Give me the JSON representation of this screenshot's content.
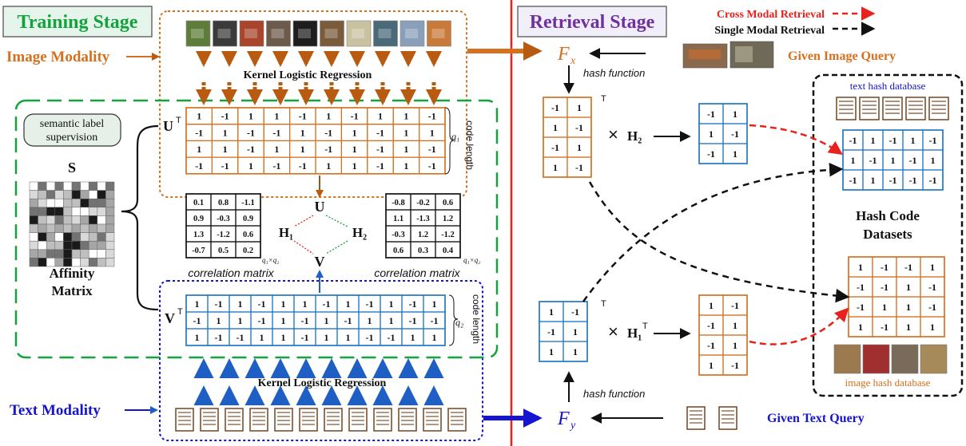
{
  "training": {
    "title": "Training Stage",
    "image_modality": "Image Modality",
    "text_modality": "Text Modality",
    "klr_label": "Kernel Logistic Regression",
    "semantic_label": [
      "semantic label",
      "supervision"
    ],
    "affinity_symbol": "S",
    "affinity_label": [
      "Affinity",
      "Matrix"
    ],
    "u_symbol": "U",
    "v_symbol": "V",
    "transpose": "T",
    "q1": "q₁",
    "q2": "q₂",
    "code_length": "code length",
    "u_matrix": [
      [
        1,
        -1,
        1,
        1,
        -1,
        1,
        -1,
        1,
        1,
        -1
      ],
      [
        -1,
        1,
        -1,
        -1,
        1,
        -1,
        1,
        -1,
        1,
        1
      ],
      [
        1,
        1,
        -1,
        1,
        1,
        -1,
        1,
        -1,
        1,
        -1
      ],
      [
        -1,
        -1,
        1,
        -1,
        -1,
        1,
        1,
        -1,
        1,
        -1
      ]
    ],
    "v_matrix": [
      [
        1,
        -1,
        1,
        -1,
        1,
        1,
        -1,
        1,
        -1,
        1,
        -1,
        1
      ],
      [
        -1,
        1,
        1,
        -1,
        1,
        -1,
        1,
        -1,
        1,
        1,
        -1,
        -1
      ],
      [
        1,
        -1,
        -1,
        1,
        1,
        -1,
        1,
        1,
        -1,
        -1,
        1,
        1
      ]
    ],
    "h1_symbol": "H₁",
    "h2_symbol": "H₂",
    "center_u": "U",
    "center_v": "V",
    "corr_left": [
      [
        "0.1",
        "0.8",
        "-1.1"
      ],
      [
        "0.9",
        "-0.3",
        "0.9"
      ],
      [
        "1.3",
        "-1.2",
        "0.6"
      ],
      [
        "-0.7",
        "0.5",
        "0.2"
      ]
    ],
    "corr_right": [
      [
        "-0.8",
        "-0.2",
        "0.6"
      ],
      [
        "1.1",
        "-1.3",
        "1.2"
      ],
      [
        "-0.3",
        "1.2",
        "-1.2"
      ],
      [
        "0.6",
        "0.3",
        "0.4"
      ]
    ],
    "corr_dims": "q₁×q₂",
    "corr_label": "correlation matrix"
  },
  "retrieval": {
    "title": "Retrieval Stage",
    "legend": {
      "cross": "Cross Modal Retrieval",
      "single": "Single Modal Retrieval",
      "cross_color": "#e8221c",
      "single_color": "#111111"
    },
    "fx": "F",
    "fx_sub": "x",
    "fy": "F",
    "fy_sub": "y",
    "image_query": "Given Image Query",
    "text_query": "Given Text Query",
    "hash_function": "hash function",
    "text_db_label": "text hash database",
    "image_db_label": "image hash database",
    "datasets_label": [
      "Hash Code",
      "Datasets"
    ],
    "times": "×",
    "h2_symbol": "H₂",
    "h1_symbol": "H₁",
    "transpose": "T",
    "fx_matrix": [
      [
        -1,
        1
      ],
      [
        1,
        -1
      ],
      [
        -1,
        1
      ],
      [
        1,
        -1
      ]
    ],
    "fy_matrix": [
      [
        1,
        -1
      ],
      [
        -1,
        1
      ],
      [
        1,
        1
      ]
    ],
    "code_x": [
      [
        -1,
        1
      ],
      [
        1,
        -1
      ],
      [
        -1,
        1
      ]
    ],
    "code_y": [
      [
        1,
        -1
      ],
      [
        -1,
        1
      ],
      [
        -1,
        1
      ],
      [
        1,
        -1
      ]
    ],
    "text_db": [
      [
        -1,
        1,
        -1,
        1,
        -1
      ],
      [
        1,
        -1,
        1,
        -1,
        1
      ],
      [
        -1,
        1,
        -1,
        -1,
        -1
      ]
    ],
    "image_db": [
      [
        1,
        -1,
        -1,
        1
      ],
      [
        -1,
        -1,
        1,
        -1
      ],
      [
        -1,
        1,
        1,
        -1
      ],
      [
        1,
        -1,
        1,
        1
      ]
    ]
  },
  "colors": {
    "orange": "#d4701e",
    "blue": "#1f77c4",
    "green": "#12a33c",
    "purple": "#7030a0",
    "dark_blue": "#1414d2",
    "brown": "#7a5230",
    "red_divider": "#e8221c",
    "blue_arrow": "#1414d2"
  }
}
